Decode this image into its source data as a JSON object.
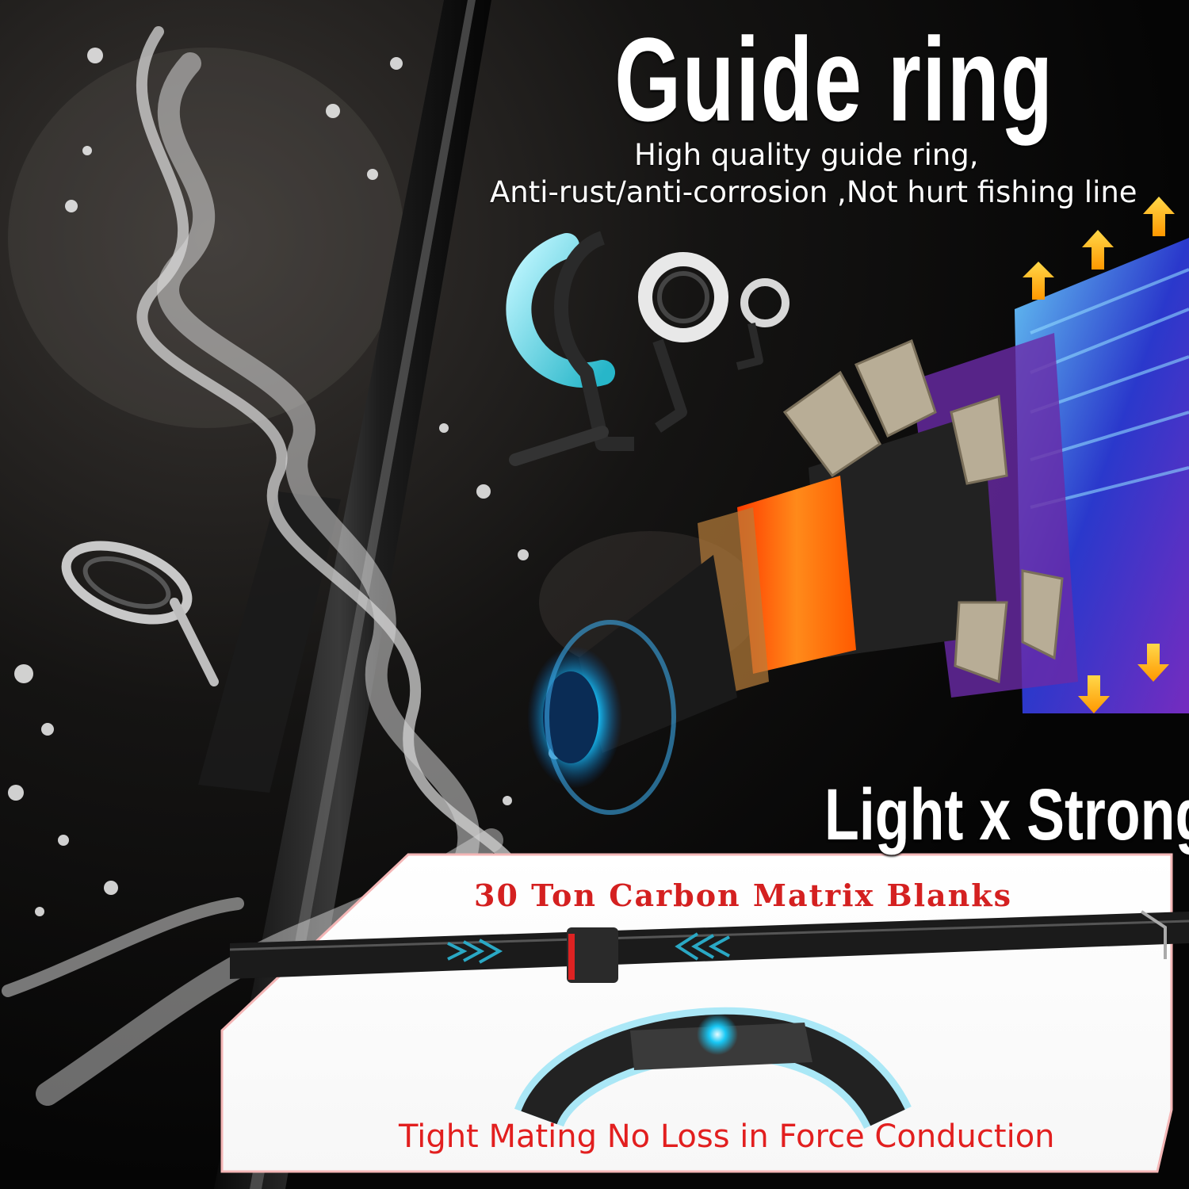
{
  "header": {
    "title": "Guide ring",
    "subtitle_line1": "High quality guide ring,",
    "subtitle_line2": "Anti-rust/anti-corrosion ,Not hurt fishing line"
  },
  "feature": {
    "headline": "Light x Strong"
  },
  "panel": {
    "title": "30 Ton  Carbon Matrix Blanks",
    "footer": "Tight Mating No Loss in Force Conduction"
  },
  "colors": {
    "background": "#000000",
    "text_primary": "#ffffff",
    "panel_text_red": "#d42020",
    "accent_cyan": "#17c6f0",
    "accent_orange": "#ff6a00",
    "accent_blue": "#2f46d8",
    "arrow_yellow": "#ffb000"
  }
}
